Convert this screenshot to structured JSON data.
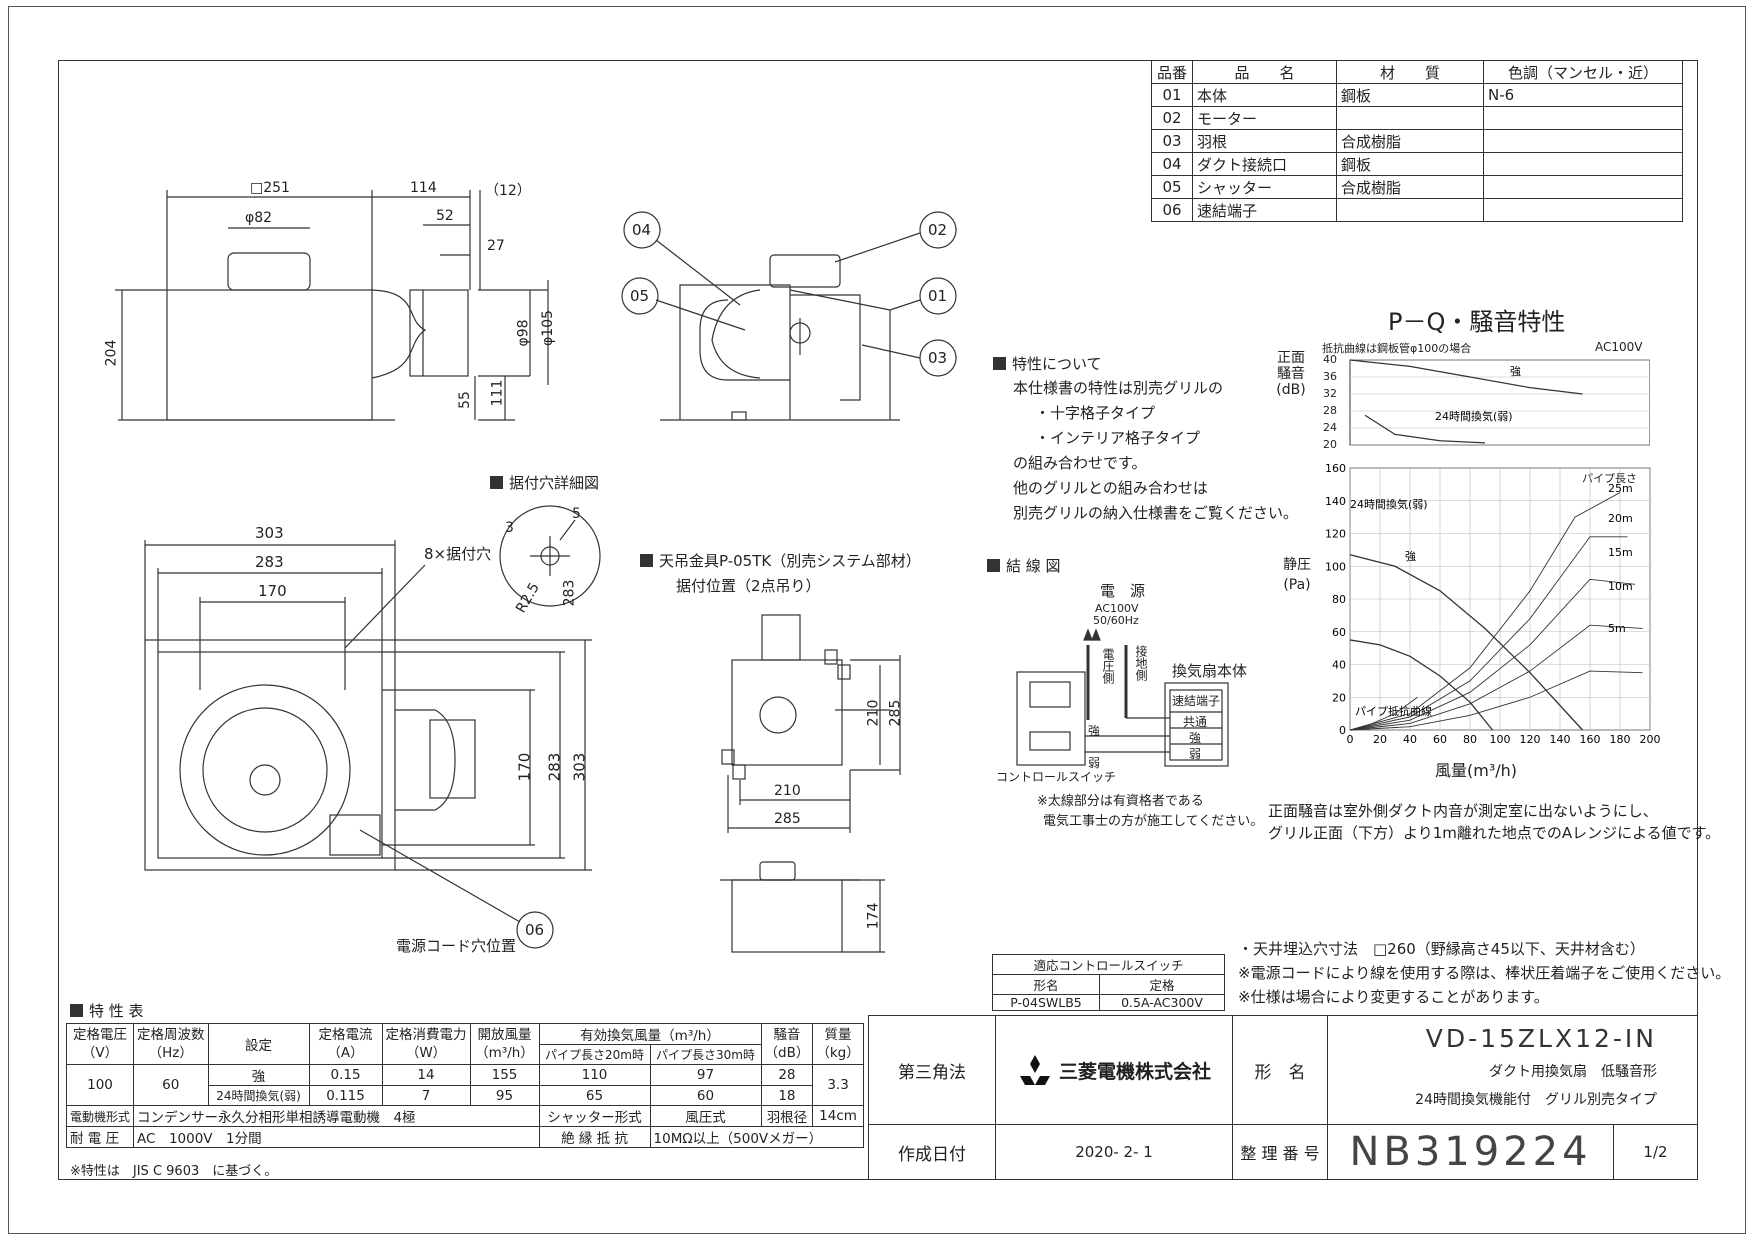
{
  "parts_table": {
    "headers": [
      "品番",
      "品　　名",
      "材　　質",
      "色調（マンセル・近）"
    ],
    "rows": [
      [
        "01",
        "本体",
        "鋼板",
        "N-6"
      ],
      [
        "02",
        "モーター",
        "",
        ""
      ],
      [
        "03",
        "羽根",
        "合成樹脂",
        ""
      ],
      [
        "04",
        "ダクト接続口",
        "鋼板",
        ""
      ],
      [
        "05",
        "シャッター",
        "合成樹脂",
        ""
      ],
      [
        "06",
        "速結端子",
        "",
        ""
      ]
    ]
  },
  "dims_top": {
    "d251": "□251",
    "d82": "φ82",
    "d114": "114",
    "d12": "（12）",
    "d52": "52",
    "d27": "27",
    "d204": "204",
    "d98": "φ98",
    "d105": "φ105",
    "d55": "55",
    "d111": "111"
  },
  "balloons": [
    "04",
    "05",
    "02",
    "01",
    "03",
    "06"
  ],
  "hole_detail": {
    "title": "据付穴詳細図",
    "d5": "5",
    "d3": "3",
    "r25": "R2.5",
    "d283": "283"
  },
  "plan": {
    "d303": "303",
    "d283": "283",
    "d170": "170",
    "holes": "8×据付穴",
    "v170": "170",
    "v283": "283",
    "v303": "303",
    "cord": "電源コード穴位置"
  },
  "hanger": {
    "title": "天吊金具P-05TK（別売システム部材）",
    "sub": "据付位置（2点吊り）",
    "v210": "210",
    "v285": "285",
    "h210": "210",
    "h285": "285",
    "d174": "174"
  },
  "notes": {
    "title": "特性について",
    "lines": [
      "本仕様書の特性は別売グリルの",
      "・十字格子タイプ",
      "・インテリア格子タイプ",
      "の組み合わせです。",
      "他のグリルとの組み合わせは",
      "別売グリルの納入仕様書をご覧ください。"
    ]
  },
  "wiring": {
    "title": "結 線 図",
    "power": "電　源",
    "ac": "AC100V",
    "hz": "50/60Hz",
    "live": "電圧側",
    "ground": "接地側",
    "fan_body": "換気扇本体",
    "terminal": "速結端子",
    "common": "共通",
    "strong": "強",
    "weak": "弱",
    "switch": "コントロールスイッチ",
    "note1": "※太線部分は有資格者である",
    "note2": "電気工事士の方が施工してください。"
  },
  "chart_data": [
    {
      "type": "line",
      "title": "P－Q・騒音特性",
      "subtitle": "抵抗曲線は鋼板管φ100の場合",
      "ylabel": "正面騒音(dB)",
      "annotation": "AC100V",
      "y_ticks": [
        20,
        24,
        28,
        32,
        36,
        40
      ],
      "ylim": [
        20,
        40
      ],
      "xlim": [
        0,
        200
      ],
      "series": [
        {
          "name": "強",
          "x": [
            0,
            40,
            80,
            120,
            155
          ],
          "y": [
            40,
            38.5,
            36,
            33.5,
            32
          ]
        },
        {
          "name": "24時間換気(弱)",
          "x": [
            10,
            30,
            60,
            90
          ],
          "y": [
            27,
            22.5,
            21,
            20.5
          ]
        }
      ]
    },
    {
      "type": "line",
      "ylabel": "静圧(Pa)",
      "xlabel": "風量(m³/h)",
      "legend_title": "パイプ長さ",
      "x_ticks": [
        0,
        20,
        40,
        60,
        80,
        100,
        120,
        140,
        160,
        180,
        200
      ],
      "y_ticks": [
        0,
        20,
        40,
        60,
        80,
        100,
        120,
        140,
        160
      ],
      "xlim": [
        0,
        200
      ],
      "ylim": [
        0,
        160
      ],
      "series": [
        {
          "name": "強",
          "x": [
            0,
            30,
            60,
            90,
            120,
            155
          ],
          "y": [
            107,
            100,
            85,
            62,
            35,
            0
          ]
        },
        {
          "name": "24時間換気(弱)",
          "x": [
            0,
            20,
            40,
            60,
            80,
            95
          ],
          "y": [
            55,
            52,
            45,
            33,
            17,
            0
          ]
        },
        {
          "name": "25m",
          "x": [
            0,
            40,
            80,
            120,
            150,
            180
          ],
          "y": [
            0,
            10,
            38,
            85,
            130,
            145
          ]
        },
        {
          "name": "20m",
          "x": [
            0,
            40,
            80,
            120,
            160,
            185
          ],
          "y": [
            0,
            8,
            30,
            68,
            118,
            118
          ]
        },
        {
          "name": "15m",
          "x": [
            0,
            40,
            80,
            120,
            160,
            190
          ],
          "y": [
            0,
            6,
            23,
            52,
            92,
            89
          ]
        },
        {
          "name": "10m",
          "x": [
            0,
            40,
            80,
            120,
            160,
            195
          ],
          "y": [
            0,
            4,
            16,
            36,
            64,
            62
          ]
        },
        {
          "name": "5m",
          "x": [
            0,
            40,
            80,
            120,
            160,
            195
          ],
          "y": [
            0,
            2,
            9,
            20,
            36,
            35
          ]
        },
        {
          "name": "パイプ抵抗曲線",
          "x": [
            0,
            15,
            30,
            45
          ],
          "y": [
            0,
            4,
            10,
            20
          ]
        }
      ]
    }
  ],
  "chart_note": [
    "正面騒音は室外側ダクト内音が測定室に出ないようにし、",
    "グリル正面（下方）より1m離れた地点でのAレンジによる値です。"
  ],
  "install_notes": [
    "・天井埋込穴寸法　□260（野縁高さ45以下、天井材含む）",
    "※電源コードにより線を使用する際は、棒状圧着端子をご使用ください。",
    "※仕様は場合により変更することがあります。"
  ],
  "switch_table": {
    "title": "適応コントロールスイッチ",
    "h1": "形名",
    "h2": "定格",
    "model": "P-04SWLB5",
    "rating": "0.5A-AC300V"
  },
  "spec_table": {
    "title": "特 性 表",
    "h_voltage": "定格電圧",
    "u_voltage": "（V）",
    "h_freq": "定格周波数",
    "u_freq": "（Hz）",
    "h_setting": "設定",
    "h_current": "定格電流",
    "u_current": "（A）",
    "h_power": "定格消費電力",
    "u_power": "（W）",
    "h_airflow": "開放風量",
    "u_airflow": "（m³/h）",
    "h_effective": "有効換気風量（m³/h）",
    "h_20m": "パイプ長さ20m時",
    "h_30m": "パイプ長さ30m時",
    "h_noise": "騒音",
    "u_noise": "（dB）",
    "h_mass": "質量",
    "u_mass": "（kg）",
    "voltage": "100",
    "freq": "60",
    "mass": "3.3",
    "rows": [
      {
        "setting": "強",
        "current": "0.15",
        "power": "14",
        "airflow": "155",
        "p20": "110",
        "p30": "97",
        "noise": "28"
      },
      {
        "setting": "24時間換気(弱)",
        "current": "0.115",
        "power": "7",
        "airflow": "95",
        "p20": "65",
        "p30": "60",
        "noise": "18"
      }
    ],
    "motor_label": "電動機形式",
    "motor": "コンデンサー永久分相形単相誘導電動機　4極",
    "shutter_label": "シャッター形式",
    "shutter": "風圧式",
    "blade_label": "羽根径",
    "blade": "14cm",
    "withstand_label": "耐 電 圧",
    "withstand": "AC　1000V　1分間",
    "insulation_label": "絶 縁 抵 抗",
    "insulation": "10MΩ以上（500Vメガー）",
    "footnote": "※特性は　JIS C 9603　に基づく。"
  },
  "title_block": {
    "angle": "第三角法",
    "company": "三菱電機株式会社",
    "model_label": "形　名",
    "model": "VD-15ZLX12-IN",
    "desc1": "ダクト用換気扇　低騒音形",
    "desc2": "24時間換気機能付　グリル別売タイプ",
    "date_label": "作成日付",
    "date": "2020- 2- 1",
    "number_label": "整 理 番 号",
    "number": "NB319224",
    "page": "1/2"
  }
}
